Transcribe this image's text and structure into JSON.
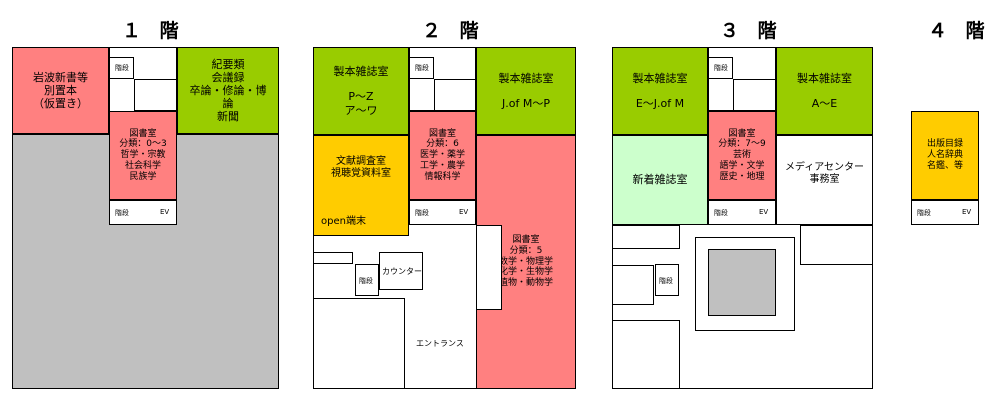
{
  "floors": [
    {
      "title": "１ 階"
    },
    {
      "title": "２ 階"
    },
    {
      "title": "３ 階"
    },
    {
      "title": "４ 階"
    }
  ],
  "labels": {
    "stairs": "階段",
    "ev": "EV"
  },
  "f1": {
    "left_room": [
      "岩波新書等",
      "別置本",
      "（仮置き）"
    ],
    "right_room": [
      "紀要類",
      "会議録",
      "卒論・修論・博",
      "論",
      "新聞"
    ],
    "library": [
      "図書室",
      "分類：0〜3",
      "哲学・宗教",
      "社会科学",
      "民族学"
    ]
  },
  "f2": {
    "top_left": [
      "製本雑誌室",
      "P〜Z",
      "ア〜ワ"
    ],
    "top_right": [
      "製本雑誌室",
      "J.of M〜P"
    ],
    "library6": [
      "図書室",
      "分類：6",
      "医学・薬学",
      "工学・農学",
      "情報科学"
    ],
    "yellow_room": [
      "文献調査室",
      "視聴覚資料室"
    ],
    "yellow_sub": "open端末",
    "library5": [
      "図書室",
      "分類：5",
      "数学・物理学",
      "化学・生物学",
      "植物・動物学"
    ],
    "counter": "カウンター",
    "entrance": "エントランス"
  },
  "f3": {
    "top_left": [
      "製本雑誌室",
      "E〜J.of M"
    ],
    "top_right": [
      "製本雑誌室",
      "A〜E"
    ],
    "library": [
      "図書室",
      "分類：7〜9",
      "芸術",
      "語学・文学",
      "歴史・地理"
    ],
    "new_journals": "新着雑誌室",
    "media": [
      "メディアセンター",
      "事務室"
    ]
  },
  "f4": {
    "room": [
      "出版目録",
      "人名辞典",
      "名鑑、等"
    ]
  }
}
